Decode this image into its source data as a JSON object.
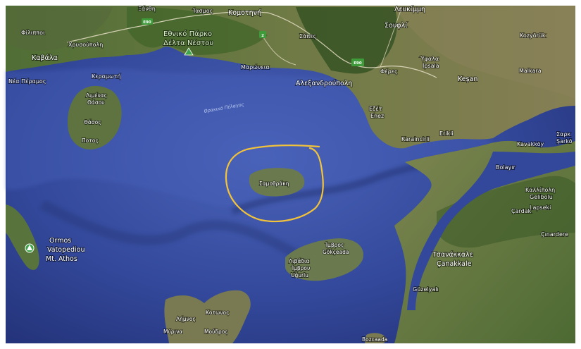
{
  "colors": {
    "sea_deep": "#26367e",
    "sea_mid": "#3a4f9e",
    "sea_shallow": "#5a72c4",
    "land_green": "#4a6b2e",
    "land_tan": "#8e8a5c",
    "land_dark": "#2f4a20",
    "road": "#e9e2c9",
    "road_shield": "#3f9a3a",
    "circle_annotation": "#f2c33a"
  },
  "icons": {
    "park_marker": "tree-marker-icon",
    "route_shield": "highway-shield-icon"
  },
  "labels": {
    "xanthi": "Ξάνθη",
    "iasmos": "Ίασμος",
    "komotini": "Κομοτηνή",
    "soufli": "Σουφλί",
    "lefkimmi": "Λευκίμμη",
    "sapes": "Σάπες",
    "kozyoruk": "Kozyörük",
    "filippoi": "Φίλιπποι",
    "chrysoupoli": "Χρυσούπολη",
    "kavala": "Καβάλα",
    "nea_peramos": "Νέα Πέραμος",
    "keramoti": "Κεραμωτή",
    "limenas": "Λιμένας",
    "thasos_city": "Θάσου",
    "thasos": "Θάσος",
    "potos": "Ποτος",
    "park_line1": "Εθνικό Πάρκο",
    "park_line2": "Δέλτα Νέστου",
    "maroneia": "Μαρώνεια",
    "alexandroupoli": "Αλεξανδρούπολη",
    "feres": "Φέρες",
    "ipsala": "Ύψαλα",
    "ipsala_tr": "İpsala",
    "keşan": "Keşan",
    "malkara": "Malkara",
    "enez_gr": "Εζέτ",
    "enez": "Enez",
    "sea_name": "Θρακικό Πέλαγος",
    "samothraki": "Σαμοθράκη",
    "karaincirli": "Karaincirli",
    "erikli": "Erikli",
    "kavakkoy": "Kavakköy",
    "sarkoy_gr": "Σαρκ",
    "sarkoy": "Şarkö",
    "bolayir": "Bolayır",
    "gelibolu_gr": "Καλλίπολη",
    "gelibolu": "Gelibolu",
    "lapseki": "Lapseki",
    "cardak": "Çardak",
    "cinardere": "Çınardere",
    "ormos": "Ormos",
    "vatopediou": "Vatopediou",
    "athos": "Mt. Athos",
    "imvros_gr": "Ίμβρος",
    "gokceada": "Gökçeada",
    "livadia": "Λιβάδια",
    "imvros_city": "Ίμβρου",
    "ugurlu": "Uğurlu",
    "canakkale_gr": "Τσανάκκαλε",
    "canakkale": "Çanakkale",
    "guzelyali": "Güzelyalı",
    "limnos": "Λήμνος",
    "kotonos": "Κοτωνος",
    "myrina": "Μύρινα",
    "moudros": "Μούδρος",
    "bozcaada": "Bozcaada",
    "e90_a": "E90",
    "e90_b": "E90",
    "route_2": "2"
  }
}
